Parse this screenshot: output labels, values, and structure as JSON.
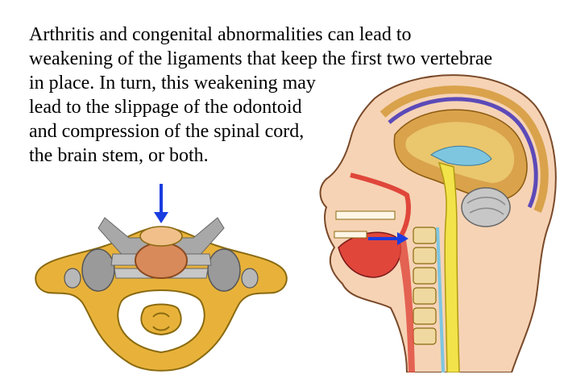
{
  "text": {
    "lines": [
      "Arthritis and congenital abnormalities can lead to",
      "weakening of the ligaments that keep the first two vertebrae",
      "in place. In turn, this weakening may",
      "lead to the slippage of the odontoid",
      "and compression of the spinal cord,",
      "the brain stem, or both."
    ]
  },
  "colors": {
    "text": "#000000",
    "arrow": "#1a3de0",
    "bone": "#e8b23a",
    "bone_dark": "#8a6a10",
    "ligament": "#9a9a9a",
    "odontoid": "#d98a5a",
    "skin": "#f6d3b5",
    "brain": "#d9a24b",
    "brain_inner": "#f7e38a",
    "spinal_cord": "#f2e34a",
    "muscle": "#e0463a",
    "cerebellum": "#c7c7c7",
    "csf": "#7ec6e0"
  },
  "icons": {
    "down_arrow": "down-arrow-icon",
    "right_arrow": "right-arrow-icon"
  }
}
